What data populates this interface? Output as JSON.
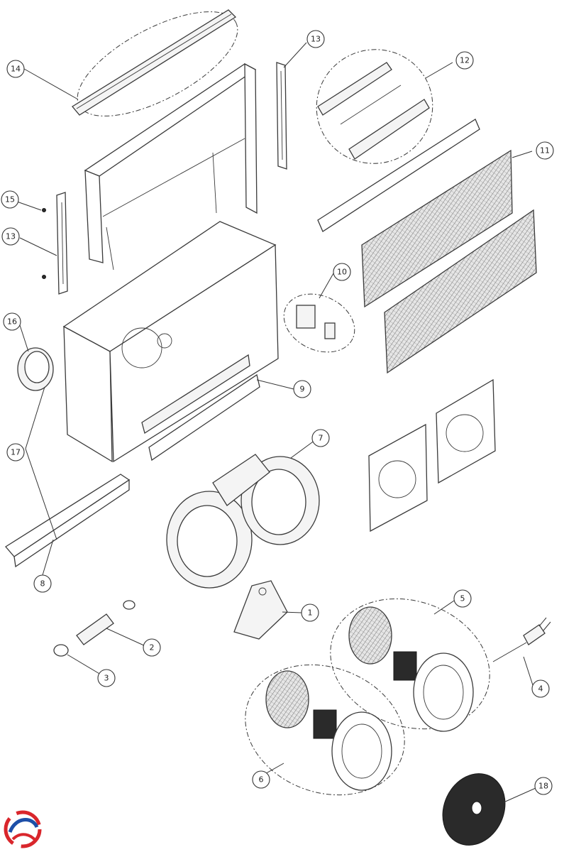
{
  "callouts": [
    {
      "id": "c1",
      "label": "1"
    },
    {
      "id": "c2",
      "label": "2"
    },
    {
      "id": "c3",
      "label": "3"
    },
    {
      "id": "c4",
      "label": "4"
    },
    {
      "id": "c5",
      "label": "5"
    },
    {
      "id": "c6",
      "label": "6"
    },
    {
      "id": "c7",
      "label": "7"
    },
    {
      "id": "c8",
      "label": "8"
    },
    {
      "id": "c9",
      "label": "9"
    },
    {
      "id": "c10",
      "label": "10"
    },
    {
      "id": "c11",
      "label": "11"
    },
    {
      "id": "c12",
      "label": "12"
    },
    {
      "id": "c13a",
      "label": "13"
    },
    {
      "id": "c13b",
      "label": "13"
    },
    {
      "id": "c14",
      "label": "14"
    },
    {
      "id": "c15",
      "label": "15"
    },
    {
      "id": "c16",
      "label": "16"
    },
    {
      "id": "c17",
      "label": "17"
    },
    {
      "id": "c18",
      "label": "18"
    }
  ],
  "logo": {
    "icon": "brand-swirl-logo",
    "colors": [
      "#d9262c",
      "#1d4fa8"
    ]
  }
}
